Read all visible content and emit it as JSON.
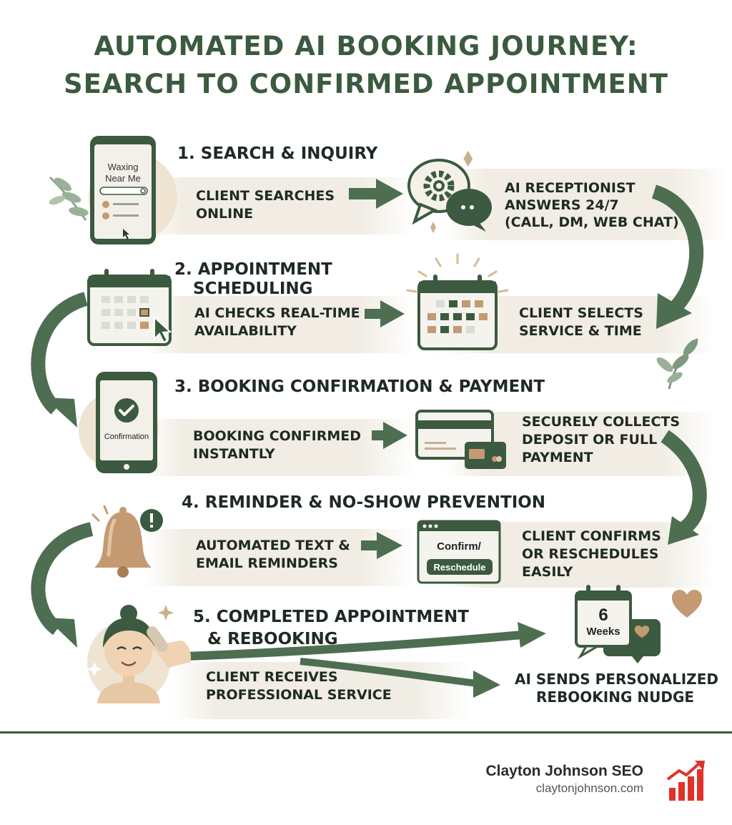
{
  "title": {
    "line1": "AUTOMATED AI BOOKING JOURNEY:",
    "line2": "SEARCH TO CONFIRMED APPOINTMENT"
  },
  "steps": [
    {
      "title": "1. SEARCH & INQUIRY",
      "left": [
        "CLIENT SEARCHES",
        "ONLINE"
      ],
      "right": [
        "AI RECEPTIONIST",
        "ANSWERS 24/7",
        "(CALL, DM, WEB CHAT)"
      ],
      "phone_text": [
        "Waxing",
        "Near Me"
      ]
    },
    {
      "title": [
        "2. APPOINTMENT",
        "SCHEDULING"
      ],
      "left": [
        "AI CHECKS REAL-TIME",
        "AVAILABILITY"
      ],
      "right": [
        "CLIENT SELECTS",
        "SERVICE & TIME"
      ]
    },
    {
      "title": "3. BOOKING CONFIRMATION & PAYMENT",
      "left": [
        "BOOKING CONFIRMED",
        "INSTANTLY"
      ],
      "right": [
        "SECURELY COLLECTS",
        "DEPOSIT OR FULL",
        "PAYMENT"
      ],
      "phone_text": "Confirmation"
    },
    {
      "title": "4. REMINDER & NO-SHOW PREVENTION",
      "left": [
        "AUTOMATED TEXT &",
        "EMAIL REMINDERS"
      ],
      "right": [
        "CLIENT CONFIRMS",
        "OR RESCHEDULES",
        "EASILY"
      ],
      "window_text": [
        "Confirm/",
        "Reschedule"
      ]
    },
    {
      "title": [
        "5. COMPLETED APPOINTMENT",
        "& REBOOKING"
      ],
      "left": [
        "CLIENT RECEIVES",
        "PROFESSIONAL SERVICE"
      ],
      "right": [
        "AI SENDS PERSONALIZED",
        "REBOOKING NUDGE"
      ],
      "calendar_text": [
        "6",
        "Weeks"
      ]
    }
  ],
  "footer": {
    "brand": "Clayton Johnson SEO",
    "url": "claytonjohnson.com"
  },
  "colors": {
    "green": "#3b5a3f",
    "tan": "#c49a72",
    "beige": "#efe3d2",
    "red": "#e0322b"
  },
  "icons": [
    "phone-search-icon",
    "chat-gear-icon",
    "calendar-cursor-icon",
    "calendar-glow-icon",
    "phone-check-icon",
    "credit-card-icon",
    "bell-alert-icon",
    "confirm-window-icon",
    "spa-client-icon",
    "calendar-chat-icon",
    "heart-icon",
    "leaf-icon",
    "sparkle-icon",
    "bar-chart-logo-icon"
  ]
}
